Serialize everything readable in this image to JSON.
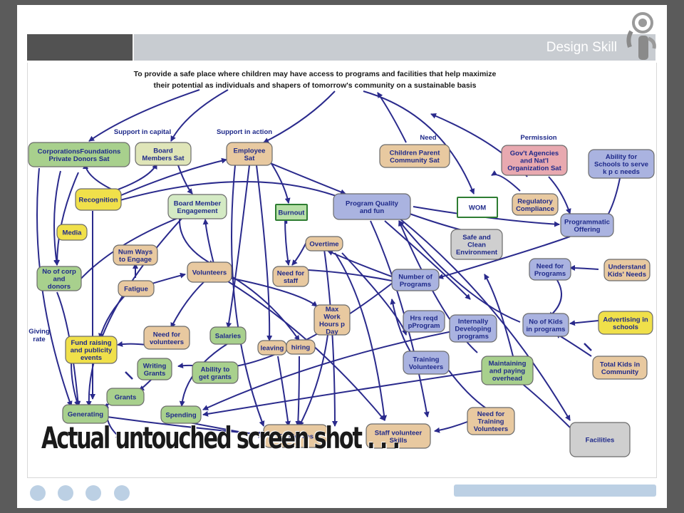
{
  "header": {
    "title": "Design Skill"
  },
  "mission": [
    "To provide a safe place where children may have access to programs and facilities that help maximize",
    "their potential as individuals and shapers of tomorrow's community on a sustainable basis"
  ],
  "edge_labels": {
    "support_capital": "Support in capital",
    "support_action": "Support in action",
    "need": "Need",
    "permission": "Permission",
    "giving_rate_1": "Giving",
    "giving_rate_2": "rate"
  },
  "nodes": {
    "corporations": [
      "CorporationsFoundations",
      "Private Donors Sat"
    ],
    "board_members": [
      "Board",
      "Members Sat"
    ],
    "employee_sat": [
      "Employee",
      "Sat"
    ],
    "children_parent": [
      "Children Parent",
      "Community Sat"
    ],
    "govt_agencies": [
      "Gov't Agencies",
      "and Nat'l",
      "Organization Sat"
    ],
    "ability_schools": [
      "Ability for",
      "Schools to serve",
      "k p c needs"
    ],
    "recognition": [
      "Recognition"
    ],
    "board_engagement": [
      "Board Member",
      "Engagement"
    ],
    "burnout": [
      "Burnout"
    ],
    "program_quality": [
      "Program Quality",
      "and fun"
    ],
    "wom": [
      "WOM"
    ],
    "regulatory": [
      "Regulatory",
      "Compliance"
    ],
    "programmatic": [
      "Programmatic",
      "Offering"
    ],
    "media": [
      "Media"
    ],
    "safe_clean": [
      "Safe and",
      "Clean",
      "Environment"
    ],
    "overtime": [
      "Overtime"
    ],
    "num_ways": [
      "Num Ways",
      "to Engage"
    ],
    "no_corp": [
      "No of corp",
      "and",
      "donors"
    ],
    "volunteers": [
      "Volunteers"
    ],
    "need_staff": [
      "Need for",
      "staff"
    ],
    "number_programs": [
      "Number of",
      "Programs"
    ],
    "need_programs": [
      "Need for",
      "Programs"
    ],
    "understand_kids": [
      "Understand",
      "Kids' Needs"
    ],
    "fatigue": [
      "Fatigue"
    ],
    "max_work": [
      "Max",
      "Work",
      "Hours p",
      "Day"
    ],
    "hrs_reqd": [
      "Hrs reqd",
      "pProgram"
    ],
    "internally": [
      "Internally",
      "Developing",
      "programs"
    ],
    "no_kids": [
      "No of Kids",
      "in programs"
    ],
    "advertising": [
      "Advertising in",
      "schools"
    ],
    "need_volunteers": [
      "Need for",
      "volunteers"
    ],
    "salaries": [
      "Salaries"
    ],
    "leaving": [
      "leaving"
    ],
    "hiring": [
      "hiring"
    ],
    "fund_raising": [
      "Fund raising",
      "and publicity",
      "events"
    ],
    "writing_grants": [
      "Writing",
      "Grants"
    ],
    "ability_grants": [
      "Ability to",
      "get grants"
    ],
    "training_volunteers": [
      "Training",
      "Volunteers"
    ],
    "maintaining": [
      "Maintaining",
      "and paying",
      "overhead"
    ],
    "total_kids": [
      "Total Kids in",
      "Community"
    ],
    "grants": [
      "Grants"
    ],
    "generating": [
      "Generating"
    ],
    "spending": [
      "Spending"
    ],
    "employees": [
      "Employees"
    ],
    "staff_skills": [
      "Staff volunteer",
      "Skills"
    ],
    "need_training": [
      "Need for",
      "Training",
      "Volunteers"
    ],
    "facilities": [
      "Facilities"
    ]
  },
  "caption": "Actual untouched screen shot . . .",
  "colors": {
    "green": "#a8d08d",
    "tan": "#e8c9a0",
    "blue": "#aab3e0",
    "yellow": "#f0e04a",
    "pink": "#e8a9b0",
    "gray": "#cfcfcf",
    "arrow": "#2a2a8c"
  }
}
